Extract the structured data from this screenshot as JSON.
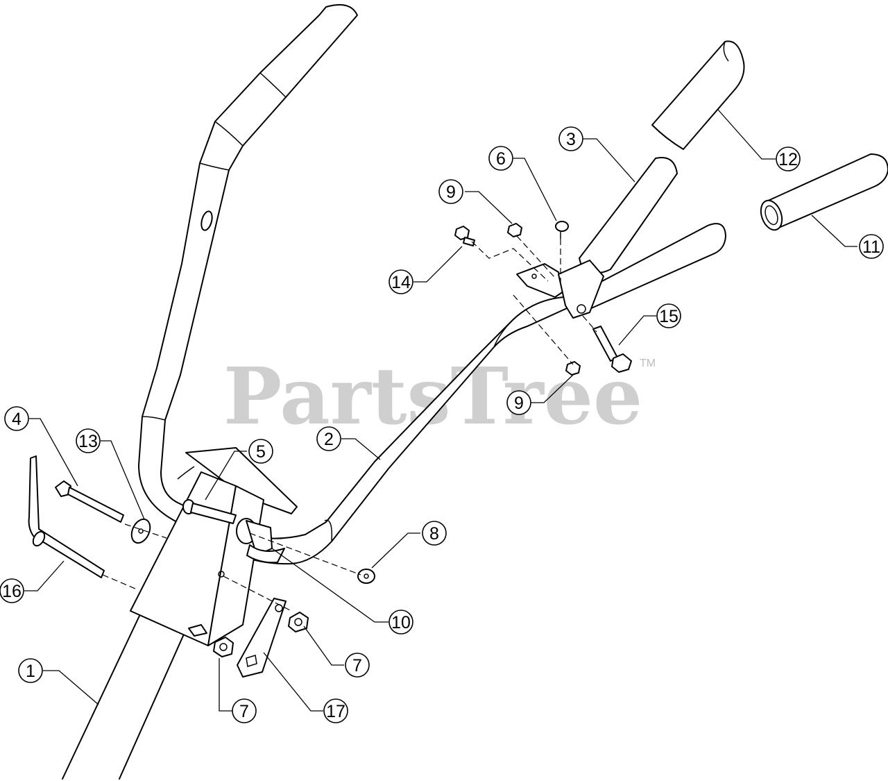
{
  "watermark": {
    "text": "PartsTree",
    "trademark": "TM"
  },
  "callouts": [
    {
      "id": "c1",
      "label": "1"
    },
    {
      "id": "c2",
      "label": "2"
    },
    {
      "id": "c3",
      "label": "3"
    },
    {
      "id": "c4",
      "label": "4"
    },
    {
      "id": "c5",
      "label": "5"
    },
    {
      "id": "c6",
      "label": "6"
    },
    {
      "id": "c7a",
      "label": "7"
    },
    {
      "id": "c7b",
      "label": "7"
    },
    {
      "id": "c8",
      "label": "8"
    },
    {
      "id": "c9a",
      "label": "9"
    },
    {
      "id": "c9b",
      "label": "9"
    },
    {
      "id": "c10",
      "label": "10"
    },
    {
      "id": "c11",
      "label": "11"
    },
    {
      "id": "c12",
      "label": "12"
    },
    {
      "id": "c13",
      "label": "13"
    },
    {
      "id": "c14",
      "label": "14"
    },
    {
      "id": "c15",
      "label": "15"
    },
    {
      "id": "c16",
      "label": "16"
    },
    {
      "id": "c17",
      "label": "17"
    }
  ]
}
